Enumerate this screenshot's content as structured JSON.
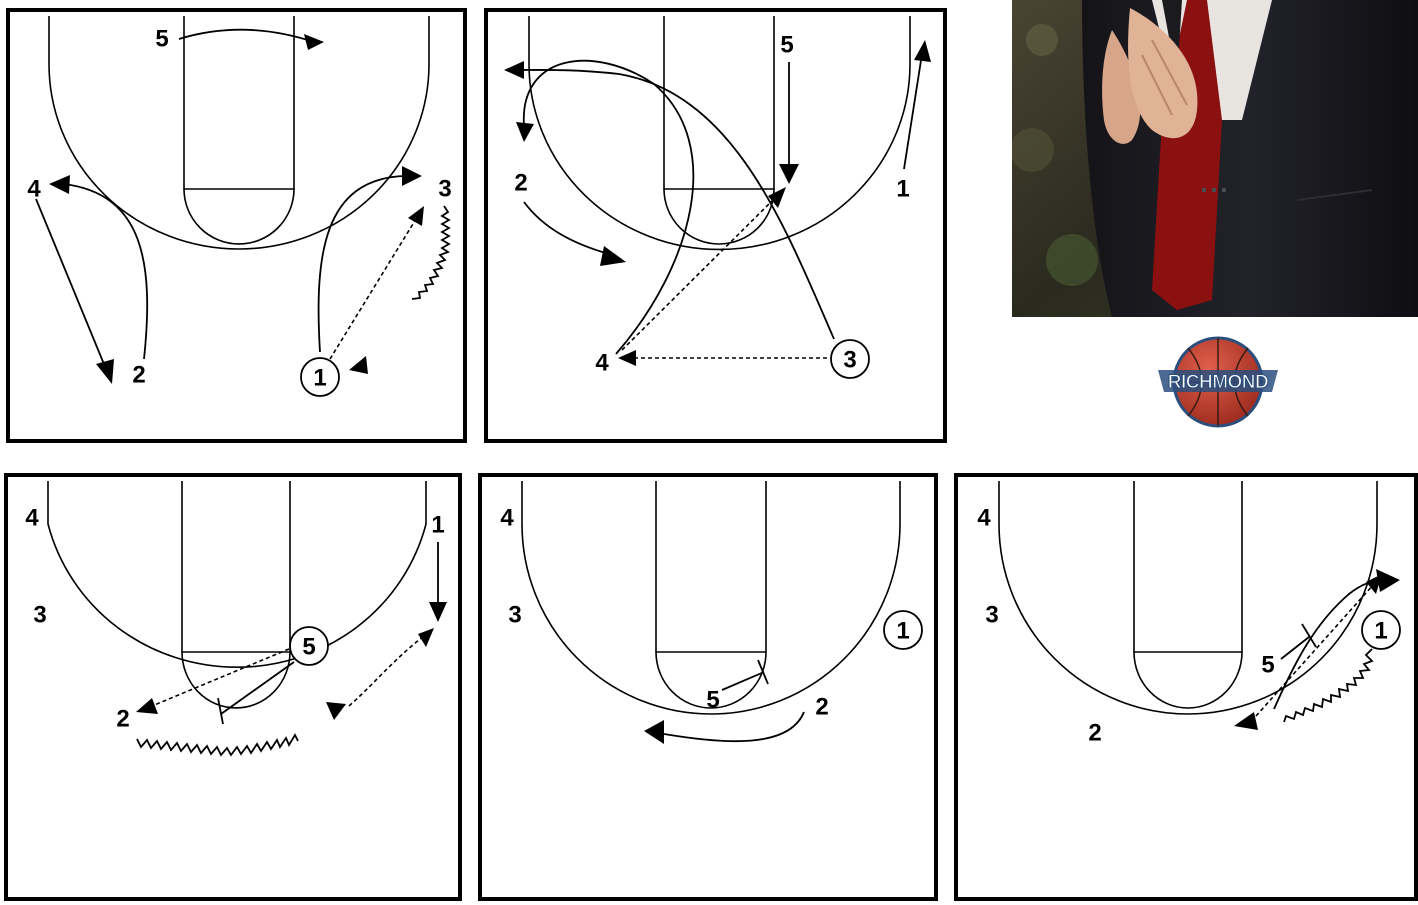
{
  "diagrams": [
    {
      "players": [
        {
          "id": "p5",
          "label": "5"
        },
        {
          "id": "p4",
          "label": "4"
        },
        {
          "id": "p3",
          "label": "3"
        },
        {
          "id": "p2",
          "label": "2"
        },
        {
          "id": "p1",
          "label": "1",
          "has_ball": true
        }
      ]
    },
    {
      "players": [
        {
          "id": "p5",
          "label": "5"
        },
        {
          "id": "p2",
          "label": "2"
        },
        {
          "id": "p1",
          "label": "1"
        },
        {
          "id": "p4",
          "label": "4"
        },
        {
          "id": "p3",
          "label": "3",
          "has_ball": true
        }
      ]
    },
    {
      "players": [
        {
          "id": "p4",
          "label": "4"
        },
        {
          "id": "p3",
          "label": "3"
        },
        {
          "id": "p1",
          "label": "1"
        },
        {
          "id": "p5",
          "label": "5",
          "has_ball": true
        },
        {
          "id": "p2",
          "label": "2"
        }
      ]
    },
    {
      "players": [
        {
          "id": "p4",
          "label": "4"
        },
        {
          "id": "p3",
          "label": "3"
        },
        {
          "id": "p1",
          "label": "1",
          "has_ball": true
        },
        {
          "id": "p5",
          "label": "5"
        },
        {
          "id": "p2",
          "label": "2"
        }
      ]
    },
    {
      "players": [
        {
          "id": "p4",
          "label": "4"
        },
        {
          "id": "p3",
          "label": "3"
        },
        {
          "id": "p1",
          "label": "1",
          "has_ball": true
        },
        {
          "id": "p5",
          "label": "5"
        },
        {
          "id": "p2",
          "label": "2"
        }
      ]
    }
  ],
  "photo": {
    "subject": "coach clapping hands in dark suit and red tie"
  },
  "logo": {
    "text": "RICHMOND",
    "colors": {
      "ball": "#c0392b",
      "outline": "#2c4f7e"
    }
  }
}
